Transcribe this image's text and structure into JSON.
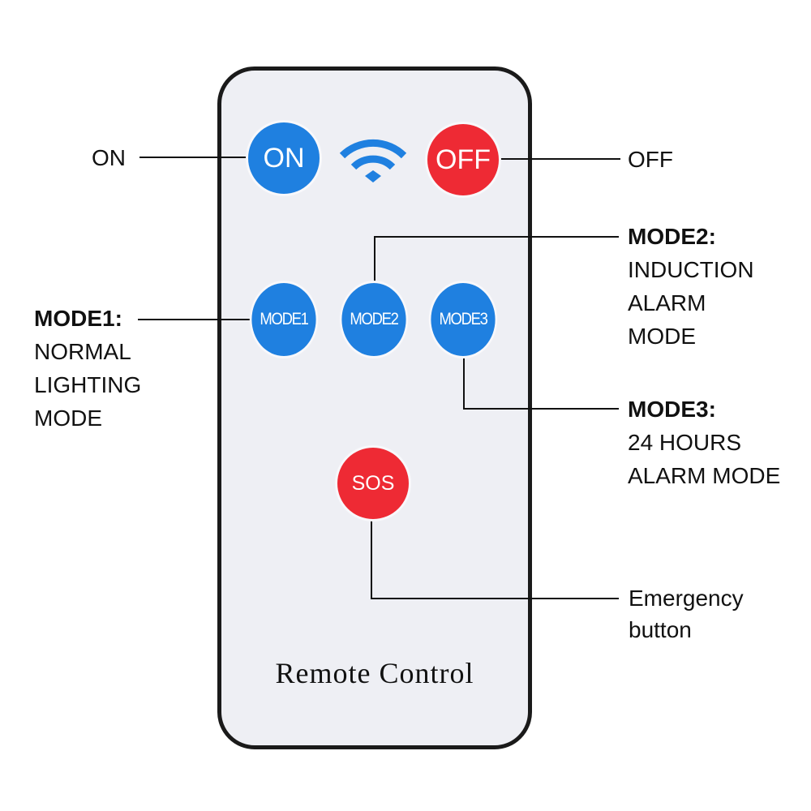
{
  "remote": {
    "footer_text": "Remote Control",
    "buttons": {
      "on": "ON",
      "off": "OFF",
      "mode1": "MODE1",
      "mode2": "MODE2",
      "mode3": "MODE3",
      "sos": "SOS"
    },
    "indicator_icon": "wifi-signal-icon"
  },
  "callouts": {
    "on": "ON",
    "off": "OFF",
    "mode1": {
      "title": "MODE1:",
      "lines": [
        "NORMAL",
        "LIGHTING",
        "MODE"
      ]
    },
    "mode2": {
      "title": "MODE2:",
      "lines": [
        "INDUCTION",
        "ALARM",
        "MODE"
      ]
    },
    "mode3": {
      "title": "MODE3:",
      "lines": [
        "24 HOURS",
        "ALARM MODE"
      ]
    },
    "sos": {
      "lines": [
        "Emergency",
        "button"
      ]
    }
  },
  "colors": {
    "blue_button": "#1f80e0",
    "red_button": "#ee2a34",
    "remote_body": "#eeeff4",
    "remote_border": "#1a1a1a"
  }
}
